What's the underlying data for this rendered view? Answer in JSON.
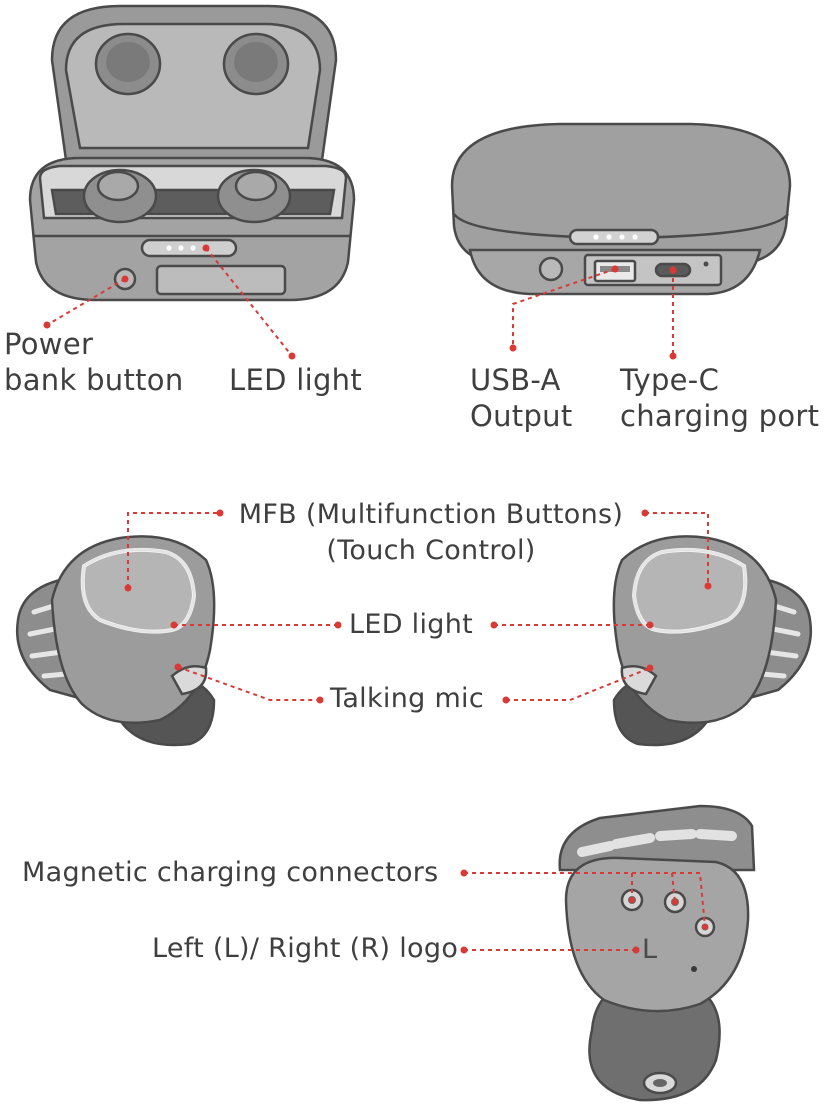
{
  "labels": {
    "power_bank_button": [
      "Power",
      "bank button"
    ],
    "led_light_case": "LED light",
    "usb_a_output": [
      "USB-A",
      "Output"
    ],
    "type_c_port": [
      "Type-C",
      "charging port"
    ],
    "mfb": [
      "MFB (Multifunction Buttons)",
      "(Touch Control)"
    ],
    "led_light_earbud": "LED light",
    "talking_mic": "Talking mic",
    "magnetic_connectors": "Magnetic charging connectors",
    "lr_logo": "Left (L)/ Right (R) logo",
    "earbud_letter": "L"
  },
  "colors": {
    "leader_line": "#d93a36",
    "device_body": "#9a9a9a",
    "device_light": "#bdbdbd",
    "device_dark": "#6f6f6f",
    "outline": "#4a4a4a"
  }
}
